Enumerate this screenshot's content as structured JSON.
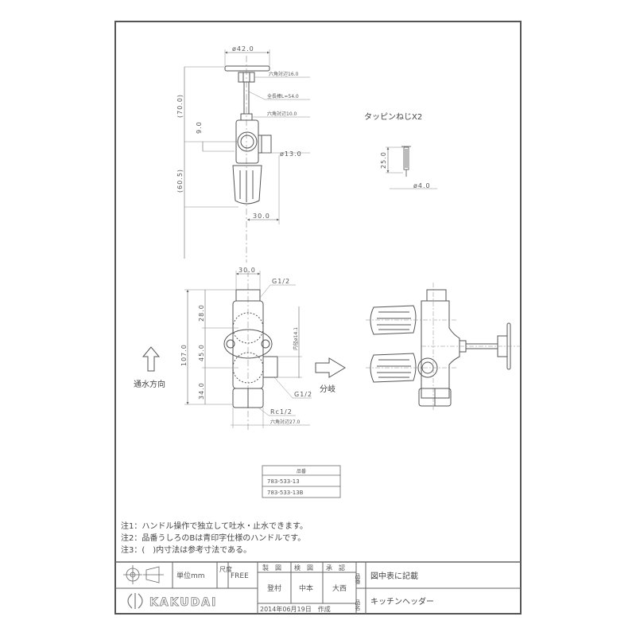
{
  "drawing": {
    "top_view": {
      "dims": {
        "handle_dia": "ø42.0",
        "hex_16": "六角対辺16.0",
        "total_length": "全長棒L=54.0",
        "hex_10": "六角対辺10.0",
        "h70": "(70.0)",
        "h9": "9.0",
        "dia13": "ø13.0",
        "h60_5": "(60.5)",
        "w30": "30.0"
      }
    },
    "screw": {
      "label": "タッピンねじX2",
      "length": "25.0",
      "dia": "ø4.0"
    },
    "front_view": {
      "dims": {
        "w30": "30.0",
        "g_top": "G1/2",
        "h28": "28.0",
        "h107": "107.0",
        "h45": "45.0",
        "h34": "34.0",
        "pitch": "内径ø14.1",
        "g_side": "G1/2",
        "rc": "Rc1/2",
        "hex27": "六角対辺27.0"
      },
      "flow_label": "通水方向",
      "branch_label": "分岐"
    },
    "part_table": {
      "header": "品番",
      "rows": [
        "783-533-13",
        "783-533-13B"
      ]
    },
    "notes": [
      "注1：ハンドル操作で独立して吐水・止水できます。",
      "注2：品番うしろのBは青印字仕様のハンドルです。",
      "注3：(　)内寸法は参考寸法である。"
    ]
  },
  "title_block": {
    "unit": "単位mm",
    "scale_label": "尺度",
    "scale": "FREE",
    "brand": "KAKUDAI",
    "roles": [
      "製　図",
      "検　図",
      "承　認"
    ],
    "names": [
      "登村",
      "中本",
      "大西"
    ],
    "date": "2014年06月19日　作成",
    "part_no_label": "品番",
    "part_no_value": "図中表に記載",
    "part_name_label": "品名",
    "part_name_value": "キッチンヘッダー"
  }
}
